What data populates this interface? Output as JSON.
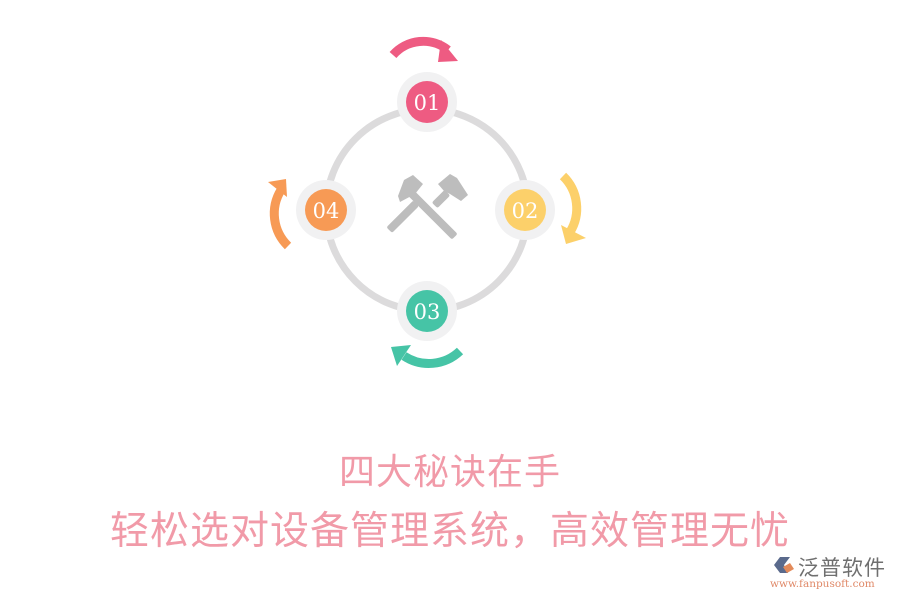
{
  "diagram": {
    "ring_color": "#dcdbdc",
    "halo_color": "#f1f1f2",
    "center_icon": "crossed-hammers-icon",
    "center_icon_color": "#bdbdbd",
    "steps": [
      {
        "label": "01",
        "color": "#ee5b82",
        "arrow": "clockwise-arrow-top"
      },
      {
        "label": "02",
        "color": "#fcd06a",
        "arrow": "clockwise-arrow-right"
      },
      {
        "label": "03",
        "color": "#46c4a6",
        "arrow": "clockwise-arrow-bottom"
      },
      {
        "label": "04",
        "color": "#f79a55",
        "arrow": "clockwise-arrow-left"
      }
    ]
  },
  "headline": {
    "line1": "四大秘诀在手",
    "line2": "轻松选对设备管理系统，高效管理无忧",
    "color": "#f19aa8"
  },
  "logo": {
    "name": "泛普软件",
    "url": "www.fanpusoft.com"
  }
}
